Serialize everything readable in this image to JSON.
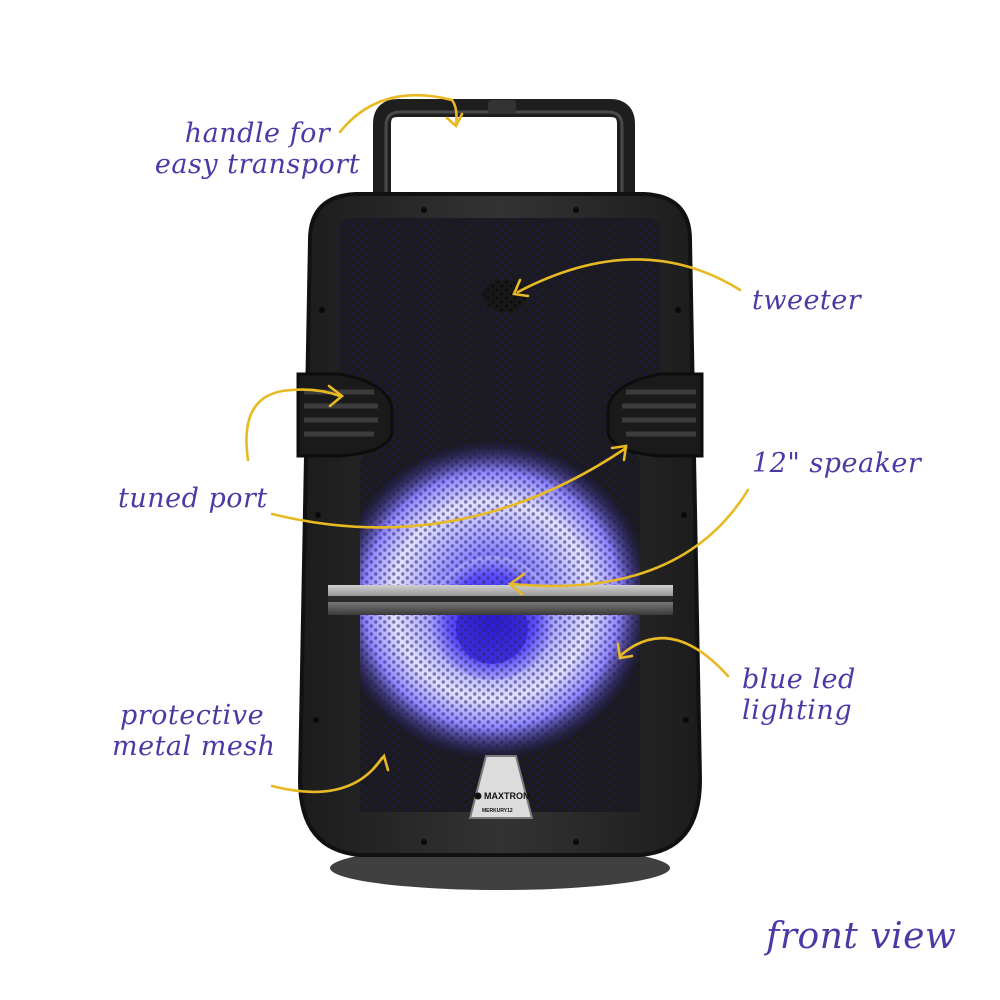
{
  "callouts": {
    "handle": "handle for\neasy transport",
    "tweeter": "tweeter",
    "speaker": "12\" speaker",
    "tuned_port": "tuned port",
    "led": "blue led\nlighting",
    "mesh": "protective\nmetal mesh",
    "view": "front view"
  },
  "badge": {
    "brand": "MAXTRON",
    "model": "MERKURY12"
  },
  "colors": {
    "label": "#4b3aa6",
    "arrow": "#e8b923",
    "led": "#6a5cff",
    "cabinet": "#2a2a2a"
  }
}
